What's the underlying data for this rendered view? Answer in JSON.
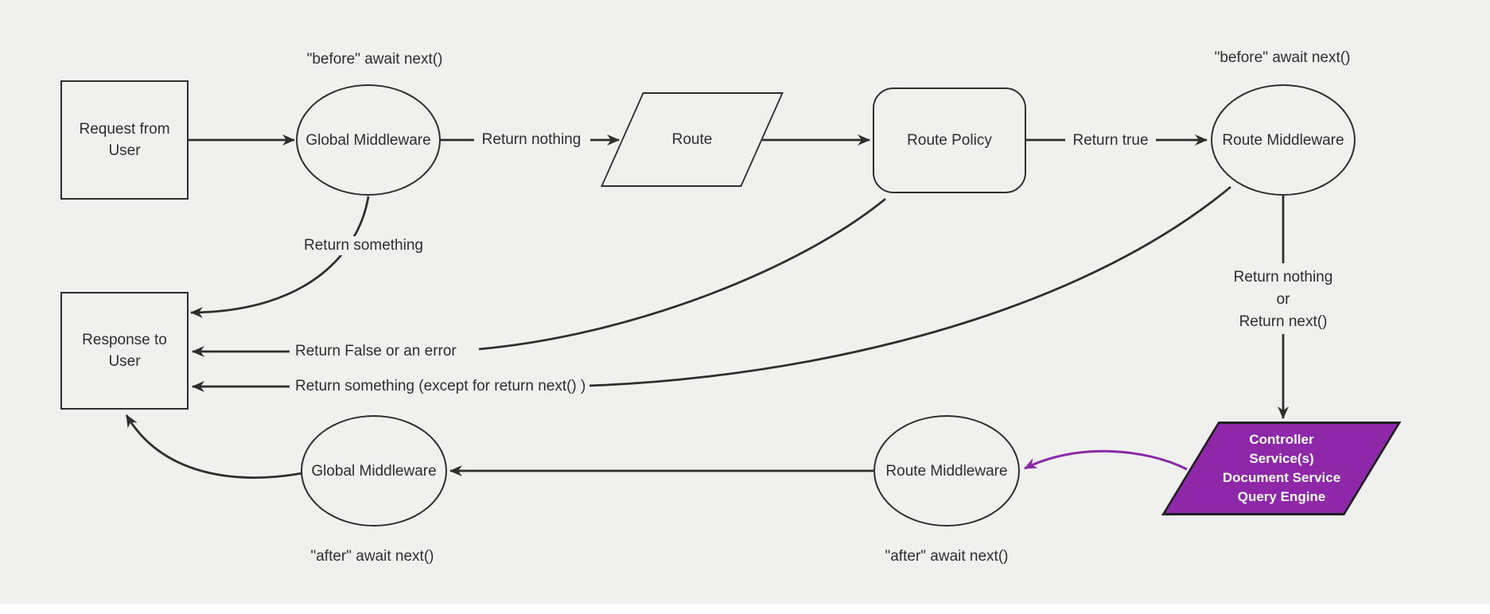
{
  "diagram": {
    "kind": "flowchart",
    "colors": {
      "background": "#f0f0ef",
      "stroke": "#2e2e2e",
      "purple_fill": "#8e28a8",
      "purple_arrow": "#8a28a8",
      "purple_text": "#ffffff"
    },
    "nodes": {
      "request": {
        "label": "Request from User",
        "shape": "rectangle"
      },
      "global_middleware_top": {
        "label": "Global Middleware",
        "shape": "ellipse"
      },
      "route": {
        "label": "Route",
        "shape": "parallelogram"
      },
      "route_policy": {
        "label": "Route Policy",
        "shape": "rounded-rectangle"
      },
      "route_middleware_top": {
        "label": "Route Middleware",
        "shape": "ellipse"
      },
      "response": {
        "label": "Response to User",
        "shape": "rectangle"
      },
      "global_middleware_bottom": {
        "label": "Global Middleware",
        "shape": "ellipse"
      },
      "route_middleware_bottom": {
        "label": "Route Middleware",
        "shape": "ellipse"
      },
      "controller": {
        "shape": "parallelogram",
        "lines": [
          "Controller",
          "Service(s)",
          "Document Service",
          "Query Engine"
        ]
      }
    },
    "edge_labels": {
      "before_left": "\"before\" await next()",
      "before_right": "\"before\" await next()",
      "return_nothing": "Return nothing",
      "return_true": "Return true",
      "return_something": "Return something",
      "return_false": "Return False or an error",
      "return_something_except": "Return something (except for return next() )",
      "return_nothing_or": [
        "Return nothing",
        "or",
        "Return next()"
      ],
      "after_left": "\"after\" await next()",
      "after_right": "\"after\" await next()"
    }
  }
}
